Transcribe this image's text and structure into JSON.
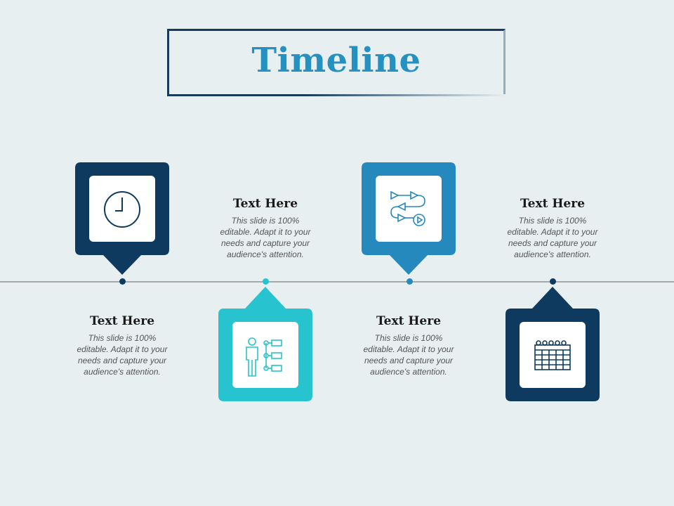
{
  "title": "Timeline",
  "colors": {
    "background": "#e8eff0",
    "navy": "#0f3a5f",
    "blue": "#2589bd",
    "teal": "#27c4cf",
    "line": "#a3a8ab",
    "title_accent": "#2591c0"
  },
  "items": [
    {
      "icon": "clock-icon",
      "position": "above",
      "color": "#0f3a5f",
      "heading": "Text Here",
      "body": "This slide is 100% editable. Adapt it to your needs and capture your audience's attention."
    },
    {
      "icon": "org-chart-person-icon",
      "position": "below",
      "color": "#27c4cf",
      "heading": "Text Here",
      "body": "This slide is 100% editable. Adapt it to your needs and capture your audience's attention."
    },
    {
      "icon": "workflow-arrows-icon",
      "position": "above",
      "color": "#2589bd",
      "heading": "Text Here",
      "body": "This slide is 100% editable. Adapt it to your needs and capture your audience's attention."
    },
    {
      "icon": "calendar-icon",
      "position": "below",
      "color": "#0f3a5f",
      "heading": "Text Here",
      "body": "This slide is 100% editable. Adapt it to your needs and capture your audience's attention."
    }
  ]
}
